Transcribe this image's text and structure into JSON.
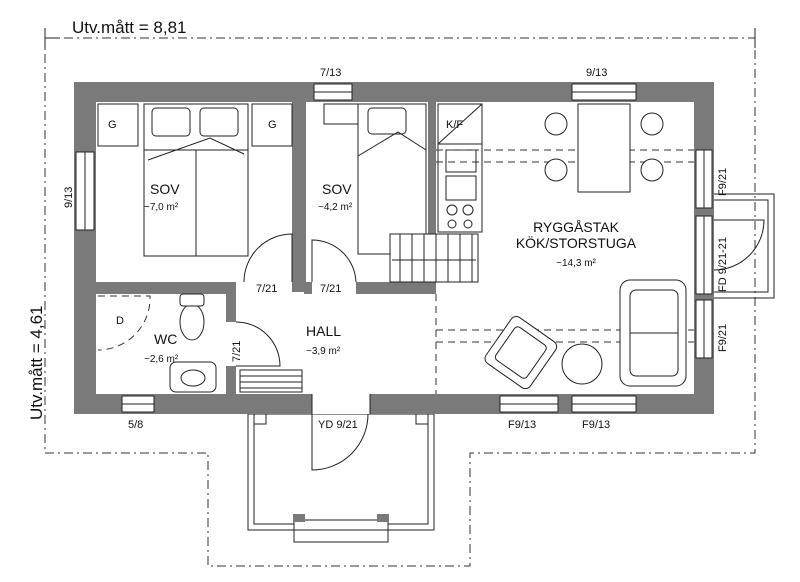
{
  "dimensions": {
    "width_label": "Utv.mått = 8,81",
    "depth_label": "Utv.mått = 4,61"
  },
  "rooms": {
    "sov1": {
      "name": "SOV",
      "area": "~7,0 m²"
    },
    "sov2": {
      "name": "SOV",
      "area": "~4,2 m²"
    },
    "wc": {
      "name": "WC",
      "area": "~2,6 m²"
    },
    "hall": {
      "name": "HALL",
      "area": "~3,9 m²"
    },
    "kitchen": {
      "line1": "RYGGÅSTAK",
      "line2": "KÖK/STORSTUGA",
      "area": "~14,3 m²"
    }
  },
  "fixtures": {
    "wardrobe_1": "G",
    "wardrobe_2": "G",
    "fridge": "K/F",
    "shower": "D"
  },
  "windows": {
    "top_left": "7/13",
    "top_right": "9/13",
    "left": "9/13",
    "bottom_left": "5/8",
    "bottom_mid": "F9/13",
    "bottom_right": "F9/13",
    "right_top": "F9/21",
    "right_door": "FD 9/21-21",
    "right_bottom": "F9/21"
  },
  "doors": {
    "sov1": "7/21",
    "sov2": "7/21",
    "wc": "7/21",
    "entrance": "YD 9/21"
  }
}
